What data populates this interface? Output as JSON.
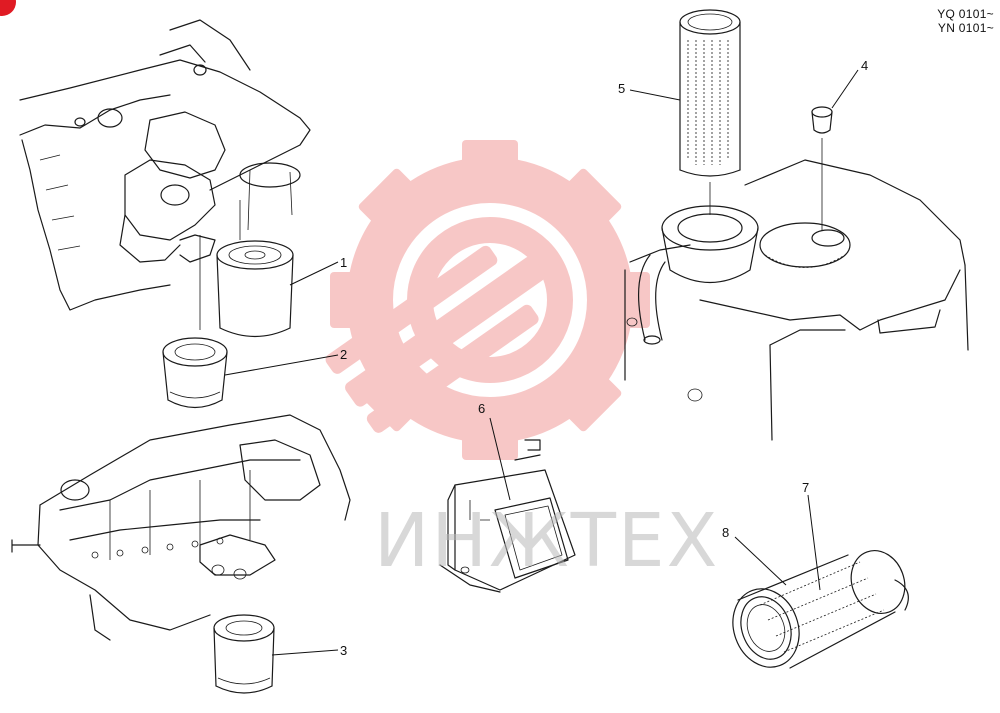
{
  "serial_lines": [
    "YQ 0101~",
    "YN 0101~"
  ],
  "callouts": [
    "1",
    "2",
    "3",
    "4",
    "5",
    "6",
    "7",
    "8"
  ],
  "watermark": {
    "text": "ИНЖТЕХ",
    "color": "#e53935"
  },
  "icons": {
    "corner": "red-corner-mark",
    "logo": "gear-wrench-logo"
  }
}
